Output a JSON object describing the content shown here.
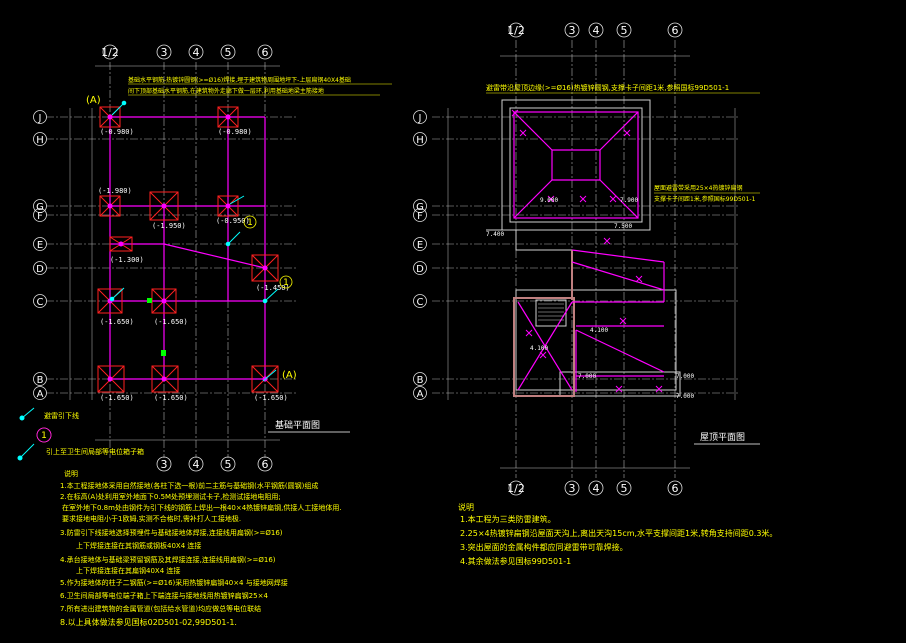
{
  "axes": {
    "left_top": [
      "1/2",
      "3",
      "4",
      "5",
      "6"
    ],
    "left_rows": [
      "J",
      "H",
      "G",
      "F",
      "E",
      "D",
      "C",
      "B",
      "A"
    ],
    "right_top": [
      "1/2",
      "3",
      "4",
      "5",
      "6"
    ],
    "right_bottom": [
      "1/2",
      "3",
      "4",
      "5",
      "6"
    ],
    "left_bottom": [
      "3",
      "4",
      "5",
      "6"
    ]
  },
  "left_plan": {
    "levels": [
      "(-0.980)",
      "(-0.980)",
      "(-1.980)",
      "(-1.950)",
      "(-0.950)",
      "(-1.300)",
      "(-1.450)",
      "(-1.650)",
      "(-1.650)",
      "(-1.650)",
      "(-1.650)",
      "(-1.650)"
    ],
    "markers": [
      "(A)",
      "(A)",
      "1",
      "1",
      "1"
    ],
    "note1": "基础水平钢筋-热镀锌圆钢(>=Ø16)焊接,埋于建筑物周围地坪下-上层扁钢40X4基础",
    "note2": "间下顶部基础水平钢筋,在建筑物外走廊下做一层环,利用基础地梁主筋接地",
    "title": "基础平面图",
    "legend1": "避雷引下线",
    "legend2": "引上至卫生间局部等电位箱子箱"
  },
  "left_notes": {
    "heading": "说明",
    "lines": [
      "1.本工程接地体采用自然接地(各柱下选一根)前二主筋与基础钢(水平钢筋(圆钢)组成",
      "2.在标高(A)处利用室外地面下0.5M处预埋测试卡子,检测试接地电阻用;",
      "在室外地下0.8m处由钢件为引下线的钢筋上焊出一根40×4热镀锌扁钢,供接人工接地体用.",
      "要求接地电阻小于1欧姆,实测不合格时,需补打人工接地极.",
      "3.防雷引下线接地选择预埋件与基础接地体焊接,连接线用扁钢(>=Ø16)",
      "上下焊接连接在其钢筋或钢板40X4 连接",
      "4.承台接地体与基础梁预留钢筋及其焊接连接,连接线用扁钢(>=Ø16)",
      "上下焊接连接在其扁钢40X4 连接",
      "5.作为接地体的柱子二钢筋(>=Ø16)采用热镀锌扁钢40×4 与接地网焊接",
      "6.卫生间局部等电位端子箱上下端连接与接地线用热镀锌扁钢25×4",
      "7.所有进出建筑物的金属管道(包括给水管道)均应做总等电位联结",
      "8.以上具体做法参见国标02D501-02,99D501-1."
    ]
  },
  "right_plan": {
    "top_note": "避雷带沿屋顶边缘(>=Ø16)热镀锌圆钢,支撑卡子间距1米,参照国标99D501-1",
    "side_note1": "屋面避雷带采用25×4热镀锌扁钢",
    "side_note2": "支撑卡子间距1米,参照国标99D501-1",
    "levels": [
      "9.000",
      "7.900",
      "7.400",
      "7.500",
      "4.100",
      "4.100",
      "7.000",
      "7.000",
      "7.000"
    ],
    "title": "屋顶平面图"
  },
  "right_notes": {
    "heading": "说明",
    "lines": [
      "1.本工程为三类防雷建筑。",
      "2.25×4热镀锌扁钢沿屋面天沟上,离出天沟15cm,水平支撑间距1米,转角支持间距0.3米。",
      "3.突出屋面的金属构件都应同避雷带可靠焊接。",
      "4.其余做法参见国标99D501-1"
    ]
  },
  "colors": {
    "magenta": "#ff00ff",
    "yellow": "#ffff00",
    "white": "#ffffff",
    "red": "#ff2020",
    "cyan": "#00ffff",
    "green": "#00ff00"
  }
}
